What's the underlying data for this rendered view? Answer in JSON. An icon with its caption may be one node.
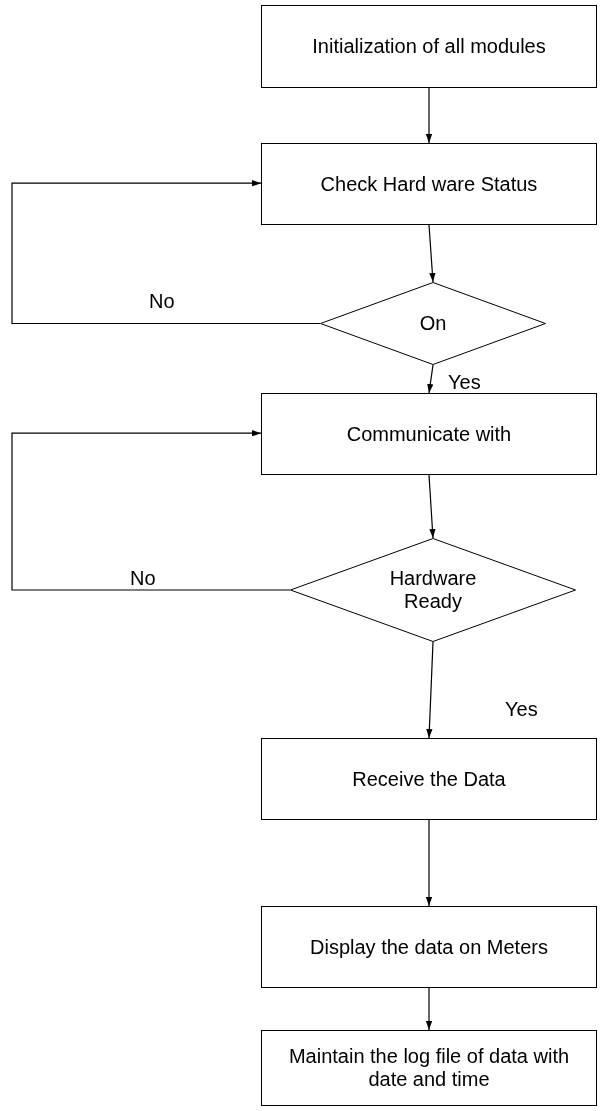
{
  "diagram": {
    "nodes": [
      {
        "text": [
          "Initialization of all modules"
        ]
      },
      {
        "text": [
          "Check Hard ware Status"
        ]
      },
      {
        "text": [
          "On"
        ]
      },
      {
        "text": [
          "Communicate with"
        ]
      },
      {
        "text": [
          "Hardware Ready"
        ]
      },
      {
        "text": [
          "Receive the Data"
        ]
      },
      {
        "text": [
          "Display the data on Meters"
        ]
      },
      {
        "text": [
          "Maintain the log file of data with date and time"
        ]
      }
    ],
    "edges": [
      {
        "from": 0,
        "to": 1,
        "arrow": "to"
      },
      {
        "from": 1,
        "to": 2,
        "arrow": "to"
      },
      {
        "from": 2,
        "to": 1,
        "arrow": "to",
        "label": "No"
      },
      {
        "from": 2,
        "to": 3,
        "arrow": "to",
        "label": "Yes"
      },
      {
        "from": 3,
        "to": 4,
        "arrow": "to"
      },
      {
        "from": 4,
        "to": 3,
        "arrow": "to",
        "label": "No"
      },
      {
        "from": 4,
        "to": 5,
        "arrow": "to",
        "label": "Yes"
      },
      {
        "from": 5,
        "to": 6,
        "arrow": "to"
      },
      {
        "from": 6,
        "to": 7,
        "arrow": "to"
      }
    ]
  }
}
